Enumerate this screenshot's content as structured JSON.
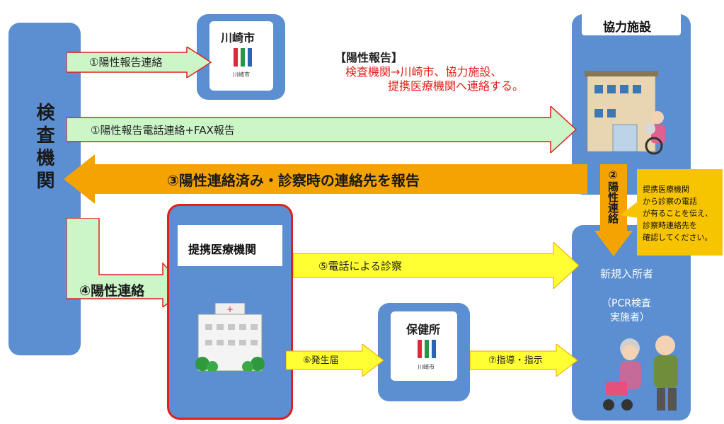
{
  "inspection": {
    "label": "検査機関"
  },
  "kawasaki": {
    "title": "川崎市",
    "caption": "川崎市"
  },
  "cooperating": {
    "title": "協力施設"
  },
  "report_note": {
    "heading": "【陽性報告】",
    "line1": "検査機関→川崎市、協力施設、",
    "line2": "提携医療機関へ連絡する。"
  },
  "arrows": {
    "a1": "①陽性報告連絡",
    "a1b": "①陽性報告電話連絡+FAX報告",
    "a3": "③陽性連絡済み・診察時の連絡先を報告",
    "a2": "②陽性連絡",
    "a4": "④陽性連絡",
    "a5": "⑤電話による診察",
    "a6": "⑥発生届",
    "a7": "⑦指導・指示"
  },
  "medical": {
    "title": "提携医療機関"
  },
  "health_center": {
    "title": "保健所",
    "caption": "川崎市"
  },
  "new_resident": {
    "title": "新規入所者",
    "sub1": "（PCR検査",
    "sub2": "実施者）"
  },
  "callout": {
    "line1": "提携医療機関",
    "line2": "から診察の電話",
    "line3": "が有ることを伝え、",
    "line4": "診察時連絡先を",
    "line5": "確認してください。"
  },
  "colors": {
    "blue": "#5b8fd1",
    "green_arrow": "#ccf5c8",
    "orange": "#f5a300",
    "yellow": "#ffff33",
    "red": "#e0201b"
  }
}
